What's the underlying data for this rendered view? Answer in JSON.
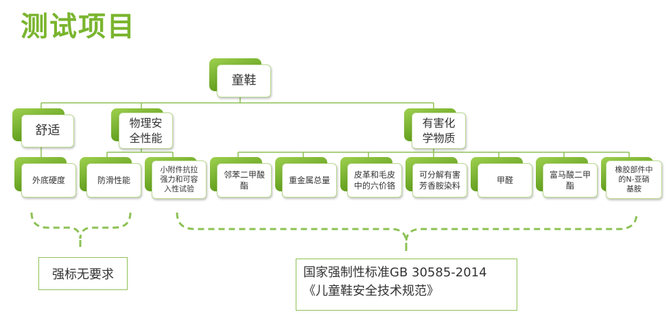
{
  "title": "测试项目",
  "root": "童鞋",
  "categories": {
    "comfort": "舒适",
    "physical": "物理安\n全性能",
    "harmful": "有害化\n学物质"
  },
  "items": [
    "外底硬度",
    "防滑性能",
    "小附件抗拉\n强力和可容\n入性试验",
    "邻苯二甲酸\n酯",
    "重金属总量",
    "皮革和毛皮\n中的六价铬",
    "可分解有害\n芳香胺染料",
    "甲醛",
    "富马酸二甲\n酯",
    "橡胶部件中\n的N-亚硝\n基胺"
  ],
  "notes": {
    "left": "强标无要求",
    "right_line1": "国家强制性标准GB 30585-2014",
    "right_line2": "《儿童鞋安全技术规范》"
  },
  "colors": {
    "accent": "#7ab52f",
    "line": "#8cc153"
  }
}
